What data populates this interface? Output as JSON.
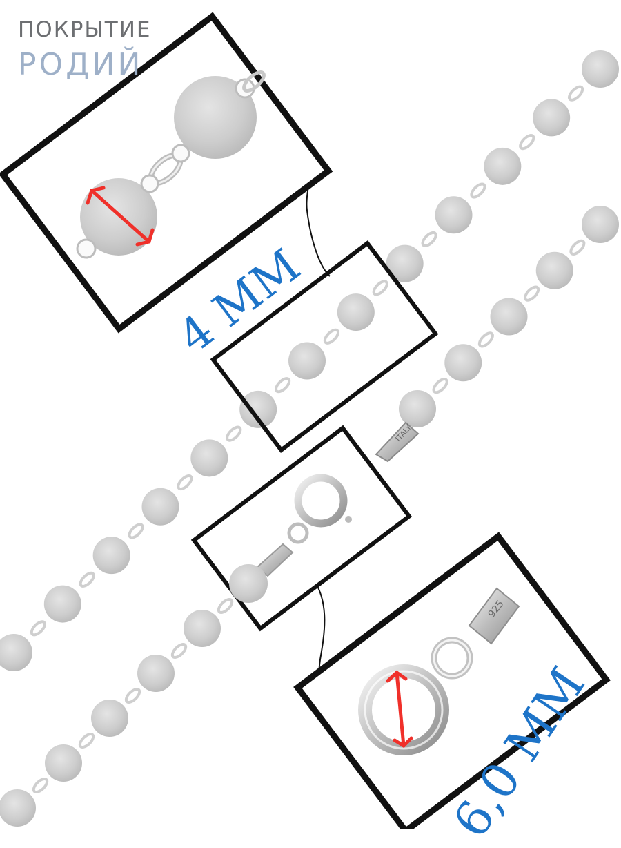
{
  "coating": {
    "label": "ПОКРЫТИЕ",
    "value": "РОДИЙ",
    "label_color": "#6d6f72",
    "value_color": "#9eb0c8"
  },
  "dimensions": {
    "disc_size": "4 ММ",
    "clasp_size": "6,0 ММ",
    "text_color": "#1e74c8",
    "arrow_color": "#f0302a"
  },
  "stamps": {
    "hallmark": "925",
    "origin": "ITALY"
  },
  "images": {
    "disc_chain_closeup": "disc-chain-link-closeup",
    "chain_detail": "disc-chain-detail",
    "clasp_closeup": "spring-ring-clasp-closeup",
    "clasp_detail": "spring-ring-clasp-detail"
  }
}
